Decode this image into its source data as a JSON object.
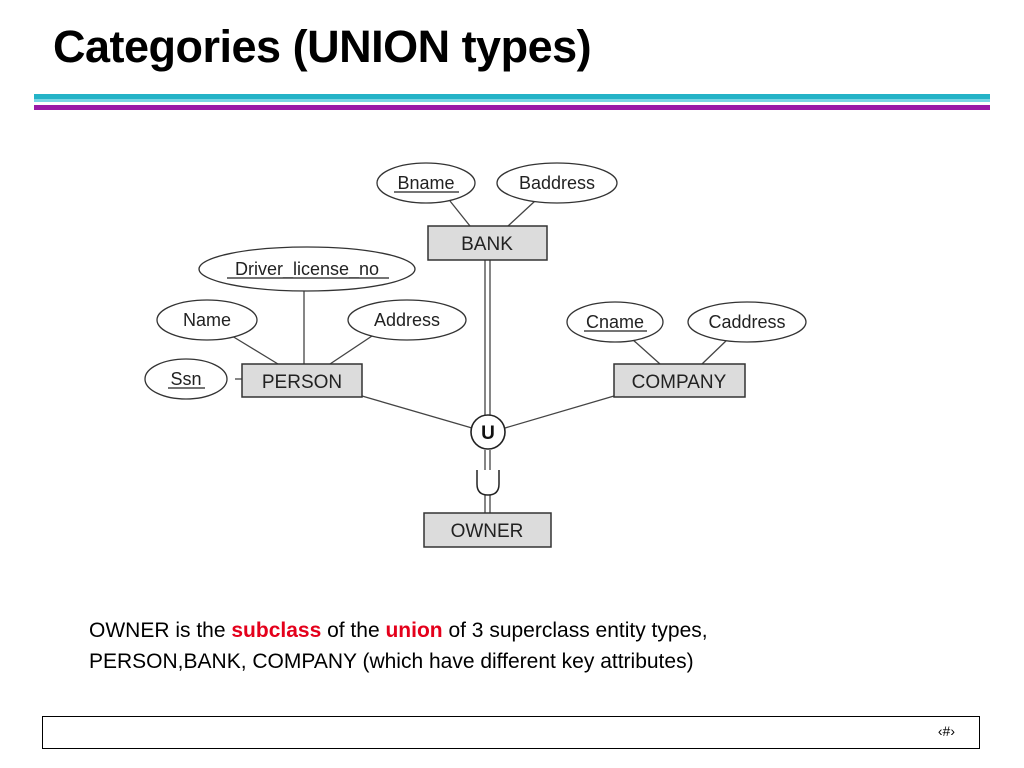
{
  "slide": {
    "title": "Categories (UNION types)",
    "footer_number": "‹#›"
  },
  "diagram": {
    "entities": {
      "bank": "BANK",
      "person": "PERSON",
      "company": "COMPANY",
      "owner": "OWNER"
    },
    "attributes": {
      "bname": "Bname",
      "baddress": "Baddress",
      "driver_license_no": "Driver_license_no",
      "name": "Name",
      "address": "Address",
      "ssn": "Ssn",
      "cname": "Cname",
      "caddress": "Caddress"
    },
    "union_symbol": "U",
    "subset_symbol": "∪"
  },
  "caption": {
    "part1": "OWNER is the ",
    "subclass": "subclass",
    "part2": " of the ",
    "union": "union",
    "part3": " of 3 superclass entity types,",
    "line2": "PERSON,BANK, COMPANY (which have different key attributes)"
  },
  "colors": {
    "rule_teal": "#24b3c7",
    "rule_light": "#7ad6e4",
    "rule_purple": "#9a1aa6",
    "highlight_red": "#e4001b",
    "entity_fill": "#dcdcdc"
  }
}
